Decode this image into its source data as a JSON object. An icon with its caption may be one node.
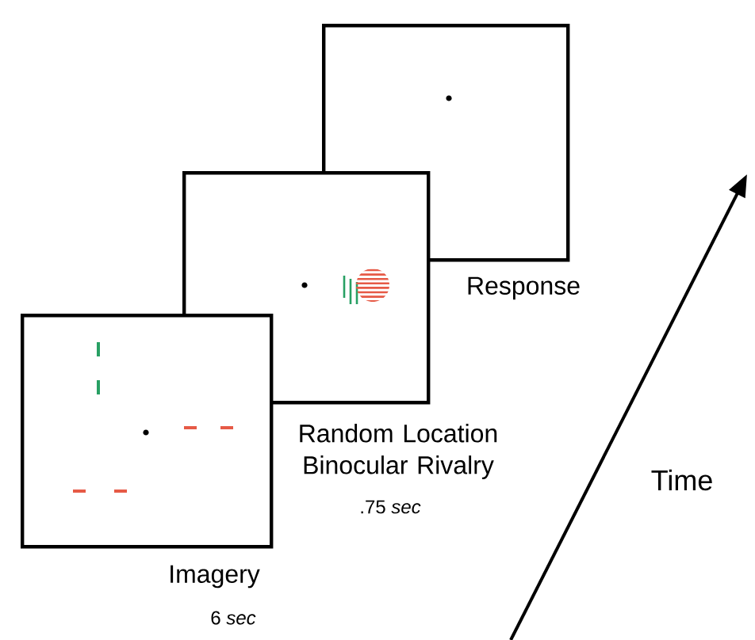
{
  "diagram": {
    "nodes": [
      {
        "text": [],
        "shape": "box",
        "beside": [
          "Imagery",
          "6 *sec*"
        ]
      },
      {
        "text": [],
        "shape": "box",
        "beside": [
          "Random Location Binocular Rivalry",
          ".75 *sec*"
        ]
      },
      {
        "text": [],
        "shape": "box",
        "beside": [
          "Response"
        ]
      }
    ],
    "labels": [
      "Time"
    ]
  }
}
